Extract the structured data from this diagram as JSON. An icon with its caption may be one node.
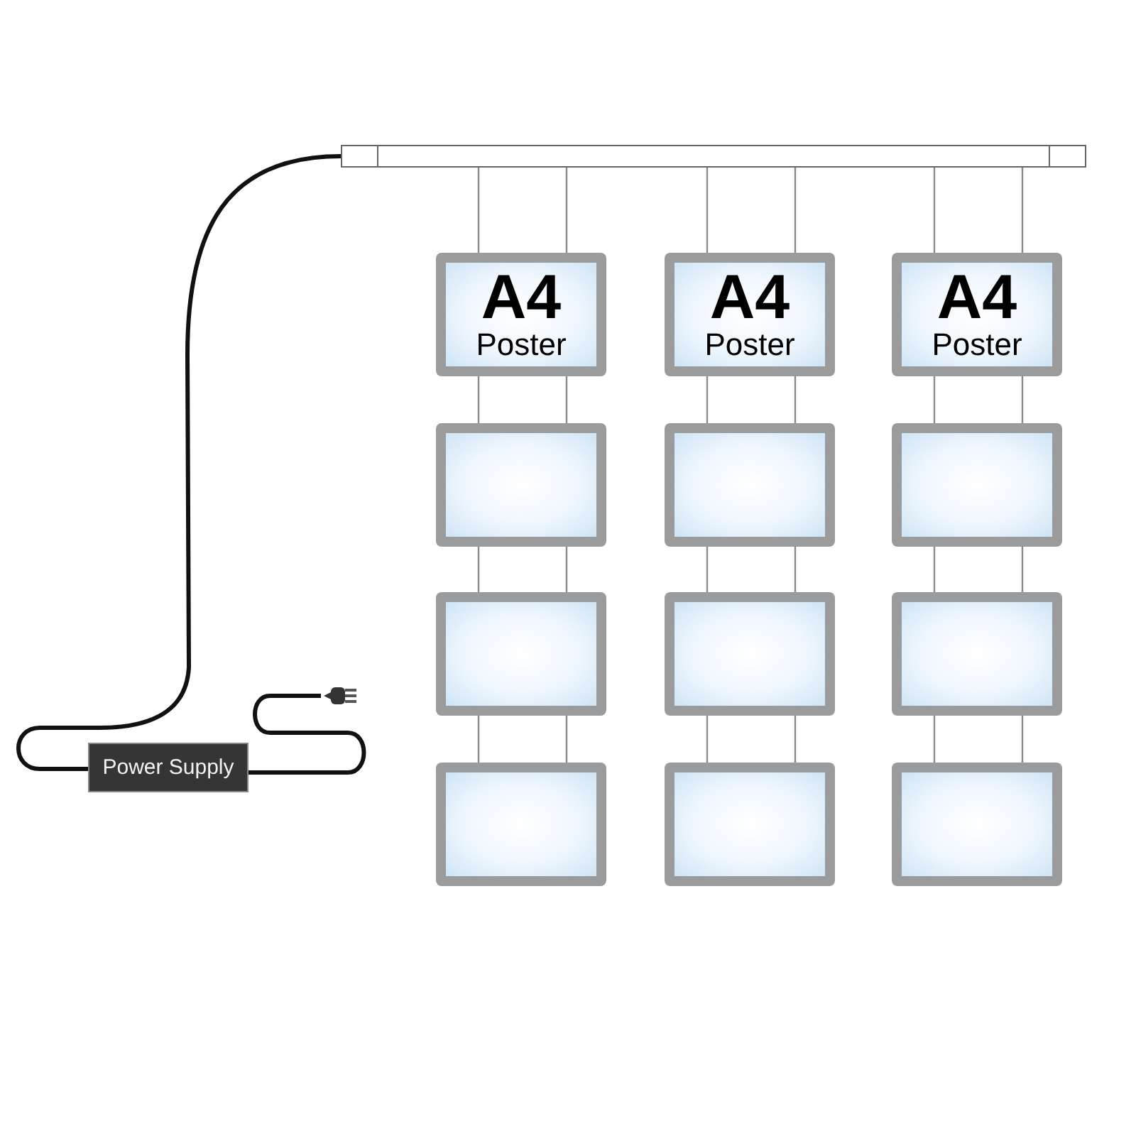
{
  "diagram": {
    "nodes": [
      {
        "text": [],
        "shape": "bar"
      },
      {
        "text": [
          "Power Supply"
        ]
      },
      {
        "text": [],
        "shape": "plug"
      },
      {
        "text": [
          "A4",
          "Poster"
        ]
      },
      {
        "text": [
          "A4",
          "Poster"
        ]
      },
      {
        "text": [
          "A4",
          "Poster"
        ]
      },
      {
        "text": [],
        "shape": "box"
      },
      {
        "text": [],
        "shape": "box"
      },
      {
        "text": [],
        "shape": "box"
      },
      {
        "text": [],
        "shape": "box"
      },
      {
        "text": [],
        "shape": "box"
      },
      {
        "text": [],
        "shape": "box"
      },
      {
        "text": [],
        "shape": "box"
      },
      {
        "text": [],
        "shape": "box"
      },
      {
        "text": [],
        "shape": "box"
      }
    ],
    "edges": [
      {
        "from": 0,
        "to": 1,
        "arrow": "none",
        "style": "thick",
        "color": "#111111"
      },
      {
        "from": 1,
        "to": 2,
        "arrow": "none",
        "style": "thick",
        "color": "#111111"
      },
      {
        "from": 0,
        "to": 3,
        "arrow": "none"
      },
      {
        "from": 3,
        "to": 6,
        "arrow": "none"
      },
      {
        "from": 6,
        "to": 9,
        "arrow": "none"
      },
      {
        "from": 9,
        "to": 12,
        "arrow": "none"
      },
      {
        "from": 0,
        "to": 4,
        "arrow": "none"
      },
      {
        "from": 4,
        "to": 7,
        "arrow": "none"
      },
      {
        "from": 7,
        "to": 10,
        "arrow": "none"
      },
      {
        "from": 10,
        "to": 13,
        "arrow": "none"
      },
      {
        "from": 0,
        "to": 5,
        "arrow": "none"
      },
      {
        "from": 5,
        "to": 8,
        "arrow": "none"
      },
      {
        "from": 8,
        "to": 11,
        "arrow": "none"
      },
      {
        "from": 11,
        "to": 14,
        "arrow": "none"
      }
    ]
  }
}
